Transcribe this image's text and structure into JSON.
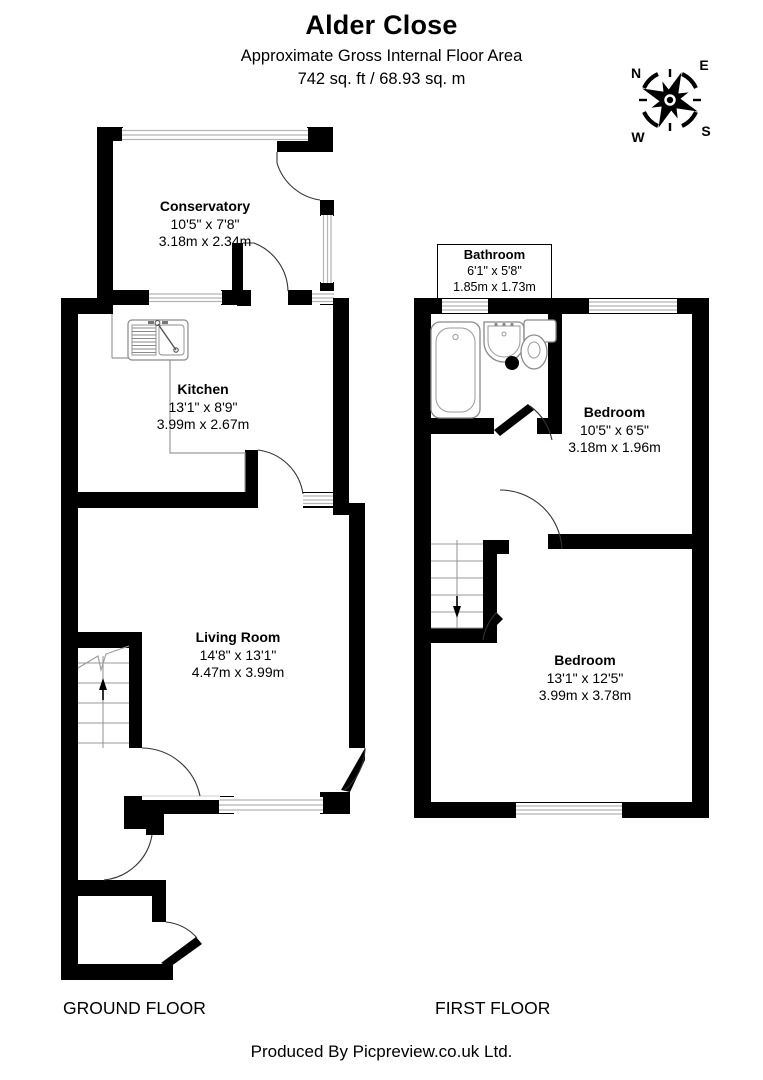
{
  "header": {
    "title": "Alder Close",
    "subtitle_line1": "Approximate Gross Internal Floor Area",
    "subtitle_line2": "742 sq. ft / 68.93 sq. m",
    "area_sqft": "742 sq. ft",
    "area_sqm": "68.93 sq. m"
  },
  "compass": {
    "north": "N",
    "east": "E",
    "south": "S",
    "west": "W"
  },
  "floors": [
    {
      "caption": "GROUND FLOOR",
      "rooms": [
        {
          "name": "Conservatory",
          "dim_imperial": "10'5\" x 7'8\"",
          "dim_metric": "3.18m x 2.34m"
        },
        {
          "name": "Kitchen",
          "dim_imperial": "13'1\" x 8'9\"",
          "dim_metric": "3.99m x 2.67m"
        },
        {
          "name": "Living Room",
          "dim_imperial": "14'8\" x 13'1\"",
          "dim_metric": "4.47m x 3.99m"
        }
      ]
    },
    {
      "caption": "FIRST FLOOR",
      "rooms": [
        {
          "name": "Bathroom",
          "dim_imperial": "6'1\" x 5'8\"",
          "dim_metric": "1.85m x 1.73m"
        },
        {
          "name": "Bedroom",
          "dim_imperial": "10'5\" x 6'5\"",
          "dim_metric": "3.18m x 1.96m"
        },
        {
          "name": "Bedroom",
          "dim_imperial": "13'1\" x 12'5\"",
          "dim_metric": "3.99m x 3.78m"
        }
      ]
    }
  ],
  "fixtures": {
    "kitchen_sink": "sink-with-drainer",
    "bathroom_bath": "bathtub",
    "bathroom_basin": "wash-basin",
    "bathroom_wc": "toilet",
    "stairs_ground": "stairs-up",
    "stairs_first": "stairs-down"
  },
  "footer": {
    "credit": "Produced By Picpreview.co.uk Ltd."
  },
  "colors": {
    "wall": "#000000",
    "background": "#ffffff",
    "fixture_outline": "#7a7a7a",
    "window_line": "#b5b5b5"
  }
}
